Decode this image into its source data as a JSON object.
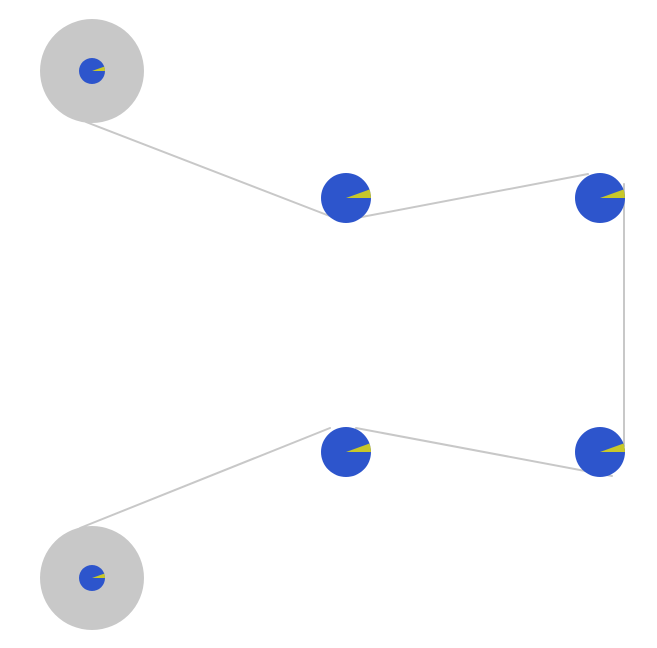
{
  "colors": {
    "background": "#ffffff",
    "belt": "#c8c8c8",
    "hub": "#c8c8c8",
    "pie_main": "#2d55cc",
    "pie_slice": "#c8c82a"
  },
  "pulleys": [
    {
      "id": "pulley-top-left",
      "slice_fraction": 0.05,
      "has_hub": true
    },
    {
      "id": "pulley-upper-middle",
      "slice_fraction": 0.05,
      "has_hub": false
    },
    {
      "id": "pulley-upper-right",
      "slice_fraction": 0.05,
      "has_hub": false
    },
    {
      "id": "pulley-lower-right",
      "slice_fraction": 0.05,
      "has_hub": false
    },
    {
      "id": "pulley-lower-middle",
      "slice_fraction": 0.05,
      "has_hub": false
    },
    {
      "id": "pulley-bottom-left",
      "slice_fraction": 0.05,
      "has_hub": true
    }
  ]
}
